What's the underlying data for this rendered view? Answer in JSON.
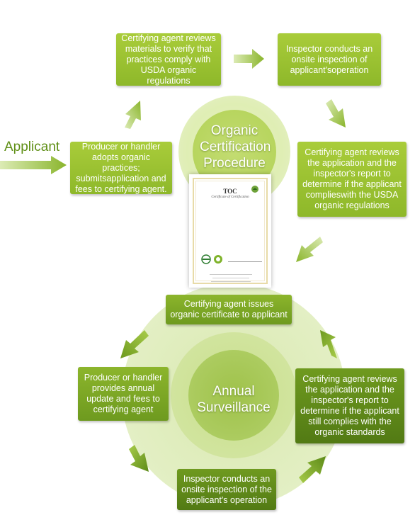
{
  "applicant_label": "Applicant",
  "centers": {
    "top": {
      "line1": "Organic",
      "line2": "Certification",
      "line3": "Procedure"
    },
    "bottom": {
      "line1": "Annual",
      "line2": "Surveillance"
    }
  },
  "steps": {
    "s1": "Producer or handler adopts organic practices; submitsapplication and fees to certifying agent.",
    "s2": "Certifying agent reviews materials to verify that practices comply with USDA organic regulations",
    "s3": "Inspector conducts an onsite inspection of applicant'soperation",
    "s4": "Certifying agent reviews the application and the inspector's report to determine if the applicant complieswith the USDA organic regulations",
    "s5": "Certifying agent issues organic certificate to applicant",
    "s6": "Producer or handler provides annual update and fees to certifying agent",
    "s7": "Inspector conducts an onsite inspection of the applicant's operation",
    "s8": "Certifying agent reviews the application and the inspector's report to determine if the applicant still complies with the organic standards"
  },
  "certificate": {
    "title": "TOC",
    "subtitle": "Certificate of Certification"
  },
  "colors": {
    "light_green": "#a9cc3a",
    "dark_green": "#527a14",
    "applicant_text": "#5f8f16"
  }
}
